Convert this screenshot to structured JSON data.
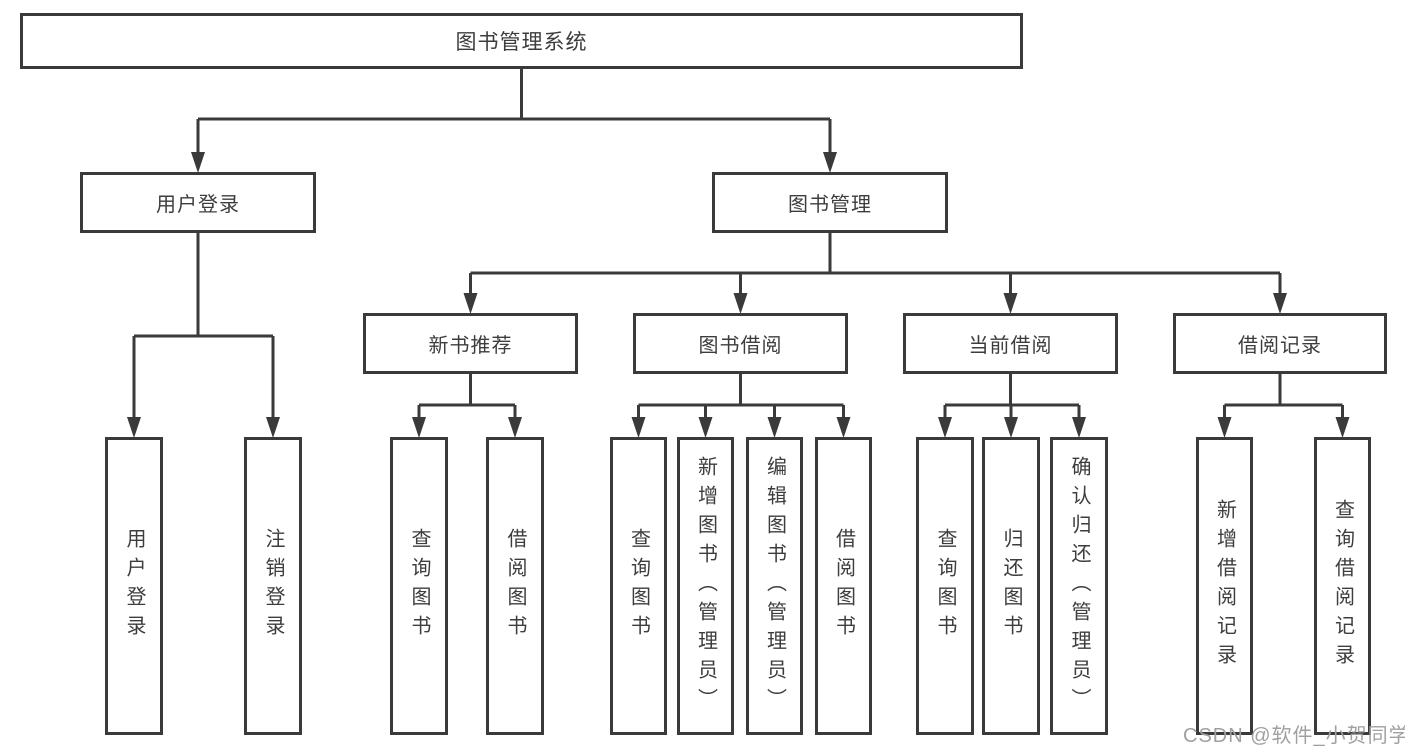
{
  "tree": {
    "label": "图书管理系统",
    "children": [
      {
        "label": "用户登录",
        "children": [
          {
            "label": "用户登录"
          },
          {
            "label": "注销登录"
          }
        ]
      },
      {
        "label": "图书管理",
        "children": [
          {
            "label": "新书推荐",
            "children": [
              {
                "label": "查询图书"
              },
              {
                "label": "借阅图书"
              }
            ]
          },
          {
            "label": "图书借阅",
            "children": [
              {
                "label": "查询图书"
              },
              {
                "label": "新增图书（管理员）"
              },
              {
                "label": "编辑图书（管理员）"
              },
              {
                "label": "借阅图书"
              }
            ]
          },
          {
            "label": "当前借阅",
            "children": [
              {
                "label": "查询图书"
              },
              {
                "label": "归还图书"
              },
              {
                "label": "确认归还（管理员）"
              }
            ]
          },
          {
            "label": "借阅记录",
            "children": [
              {
                "label": "新增借阅记录"
              },
              {
                "label": "查询借阅记录"
              }
            ]
          }
        ]
      }
    ]
  },
  "watermark": "CSDN @软件_小贺同学",
  "colors": {
    "line": "#3a3a3a",
    "box_border": "#3a3a3a",
    "text": "#3d3d3d",
    "watermark": "#a0a0a0",
    "background": "#ffffff"
  }
}
